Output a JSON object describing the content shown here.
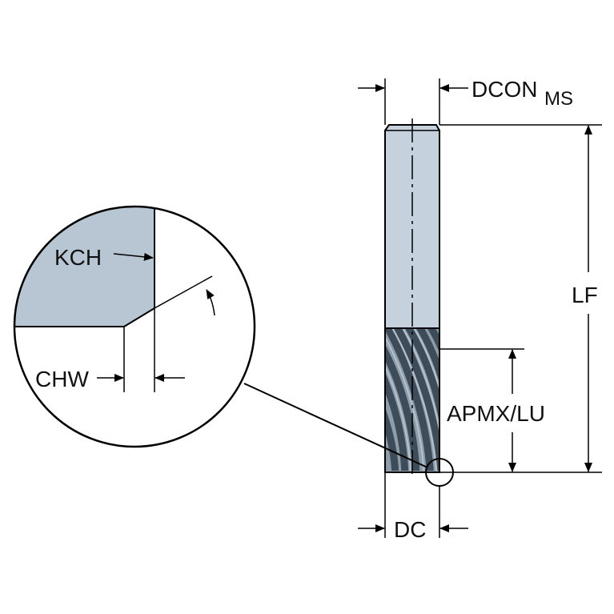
{
  "labels": {
    "dcon": "DCON",
    "dcon_sub": "MS",
    "lf": "LF",
    "apmx_lu": "APMX/LU",
    "dc": "DC",
    "kch": "KCH",
    "chw": "CHW"
  },
  "colors": {
    "shank_fill": "#c5d2dd",
    "detail_fill": "#b8c6d3",
    "flute_dark": "#3e4b58",
    "flute_light": "#9aaab8",
    "line": "#000000"
  }
}
